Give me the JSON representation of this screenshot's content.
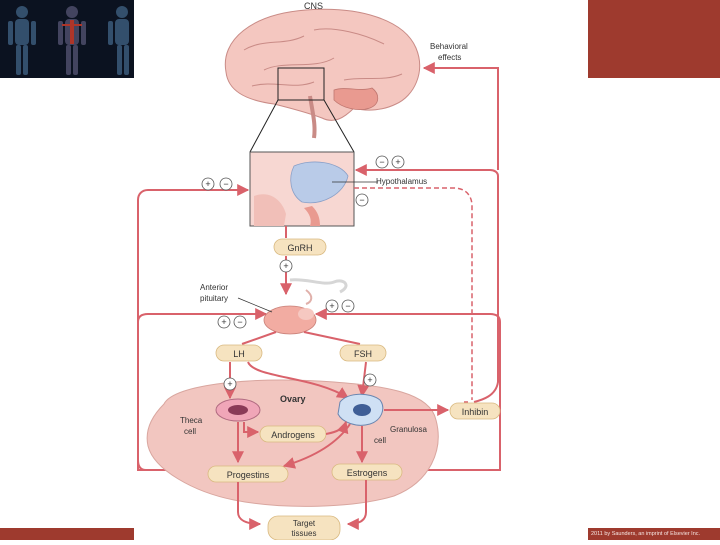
{
  "labels": {
    "cns": "CNS",
    "behavioral_line1": "Behavioral",
    "behavioral_line2": "effects",
    "hypothalamus": "Hypothalamus",
    "gnrh": "GnRH",
    "anterior_line1": "Anterior",
    "anterior_line2": "pituitary",
    "lh": "LH",
    "fsh": "FSH",
    "ovary": "Ovary",
    "theca_line1": "Theca",
    "theca_line2": "cell",
    "granulosa_line1": "Granulosa",
    "granulosa_line2": "cell",
    "androgens": "Androgens",
    "inhibin": "Inhibin",
    "progestins": "Progestins",
    "estrogens": "Estrogens",
    "target_line1": "Target",
    "target_line2": "tissues"
  },
  "signs": {
    "plus": "+",
    "minus": "−"
  },
  "copyright": "2011 by Saunders, an imprint of Elsevier Inc.",
  "colors": {
    "accent_red": "#9e3a2e",
    "arrow": "#d9626b",
    "tissue_pink": "#f2c6c0",
    "hypothalamus_blue": "#b9cbe8"
  }
}
